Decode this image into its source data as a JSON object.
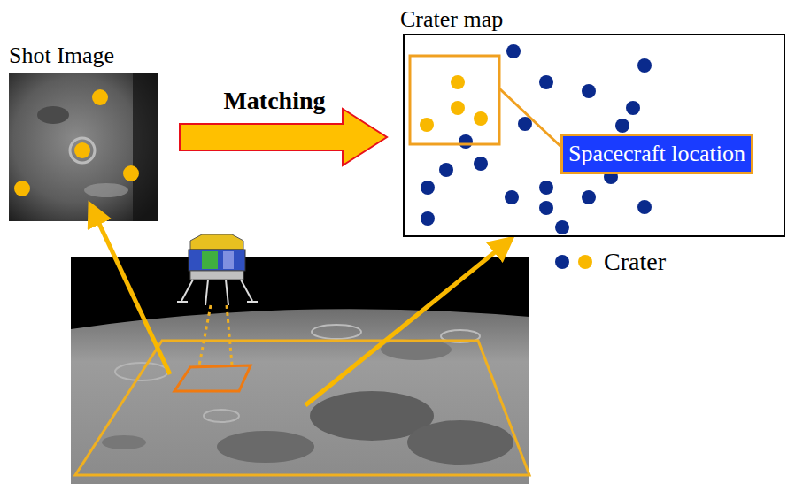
{
  "diagram": {
    "nodes": [
      {
        "text": [
          "Shot Image"
        ]
      },
      {
        "text": [
          "Crater map"
        ]
      },
      {
        "text": [
          "Spacecraft location"
        ]
      }
    ],
    "edges": [
      {
        "from": 0,
        "to": 1,
        "arrow": "to",
        "label": "Matching"
      }
    ],
    "legend": [
      {
        "text": "Crater"
      }
    ]
  }
}
